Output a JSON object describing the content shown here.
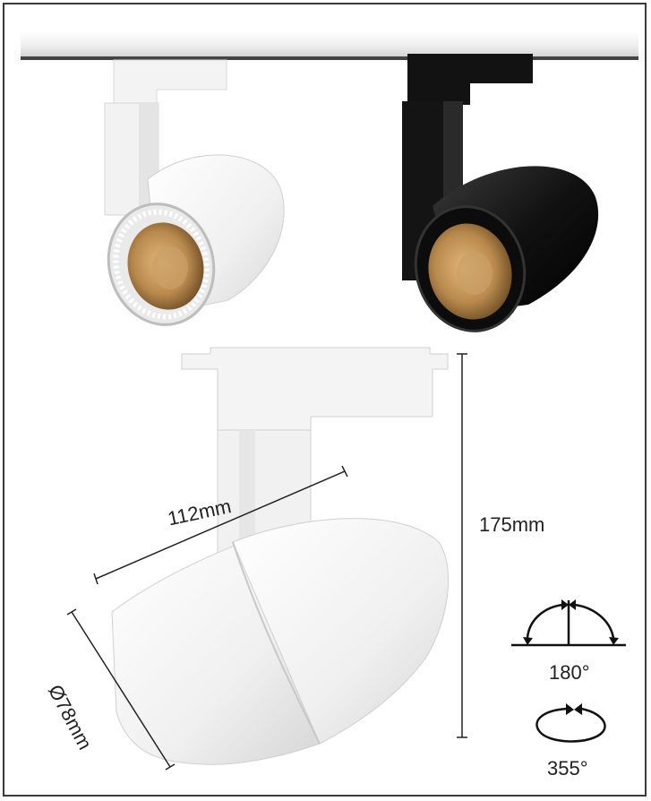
{
  "colors": {
    "frame": "#3a3a3a",
    "white_body": "#f4f4f4",
    "black_body": "#111111",
    "lens_warm": "#b98a4e",
    "dimension_line": "#222222"
  },
  "dimensions": {
    "length": "112mm",
    "height": "175mm",
    "diameter": "Ø78mm"
  },
  "rotation": {
    "tilt": "180°",
    "pan": "355°"
  },
  "icons": {
    "tilt": "tilt-rotation-icon",
    "pan": "pan-rotation-icon"
  }
}
